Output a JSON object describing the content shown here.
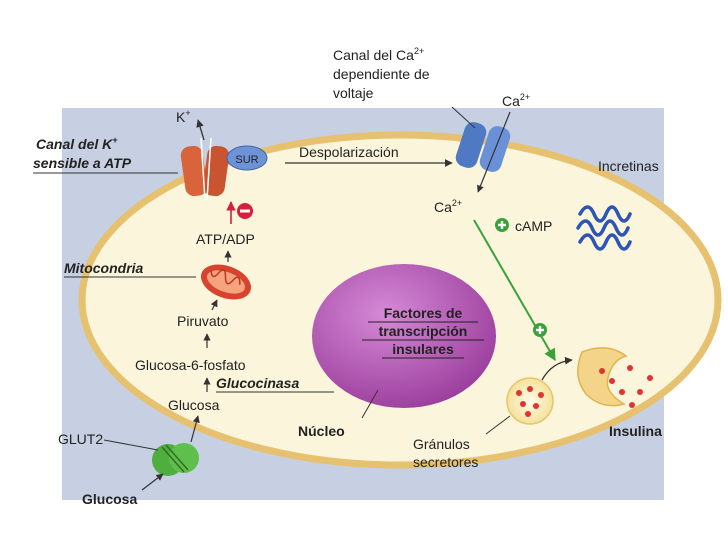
{
  "colors": {
    "background": "#ffffff",
    "panel": "#c6d0e2",
    "cell_fill": "#fbf5dc",
    "cell_border": "#e6c170",
    "nucleus": "#b04fb0",
    "channel_k": "#d9643c",
    "sur": "#6d93d6",
    "channel_ca": "#5079c4",
    "incretin_receptor": "#2d55b8",
    "glut2": "#4fae3e",
    "plus_sign": "#3aa23a",
    "minus_sign": "#d61f3a",
    "granule": "#e0352e",
    "mitochondria": "#d8432f"
  },
  "labels": {
    "k_ion": "K",
    "k_ion_sup": "+",
    "k_channel_line1": "Canal del K",
    "k_channel_sup": "+",
    "k_channel_line2": "sensible a ATP",
    "sur": "SUR",
    "depolarization": "Despolarización",
    "ca_channel_line1": "Canal del Ca",
    "ca_channel_sup": "2+",
    "ca_channel_line2": "dependiente de",
    "ca_channel_line3": "voltaje",
    "ca_outside": "Ca",
    "ca_outside_sup": "2+",
    "ca_inside": "Ca",
    "ca_inside_sup": "2+",
    "incretins": "Incretinas",
    "camp": "cAMP",
    "atp_adp": "ATP/ADP",
    "mitochondria": "Mitocondria",
    "pyruvate": "Piruvato",
    "g6p": "Glucosa-6-fosfato",
    "glucokinase": "Glucocinasa",
    "glucose_in": "Glucosa",
    "glut2": "GLUT2",
    "glucose_out": "Glucosa",
    "tf_line1": "Factores de",
    "tf_line2": "transcripción",
    "tf_line3": "insulares",
    "nucleus": "Núcleo",
    "granules_line1": "Gránulos",
    "granules_line2": "secretores",
    "insulin": "Insulina"
  }
}
